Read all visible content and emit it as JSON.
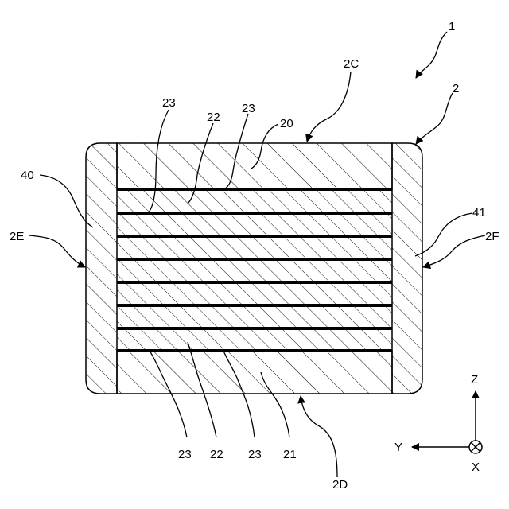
{
  "figure": {
    "labels": {
      "component": "1",
      "body": "2",
      "top_face": "2C",
      "bottom_face": "2D",
      "left_face": "2E",
      "right_face": "2F",
      "top_cover": "20",
      "bottom_cover": "21",
      "dielectric_layer": "22",
      "internal_electrode": "23",
      "left_terminal": "40",
      "right_terminal": "41"
    },
    "axes": {
      "z": "Z",
      "y": "Y",
      "x": "X"
    },
    "internal_electrode_count": 8
  }
}
